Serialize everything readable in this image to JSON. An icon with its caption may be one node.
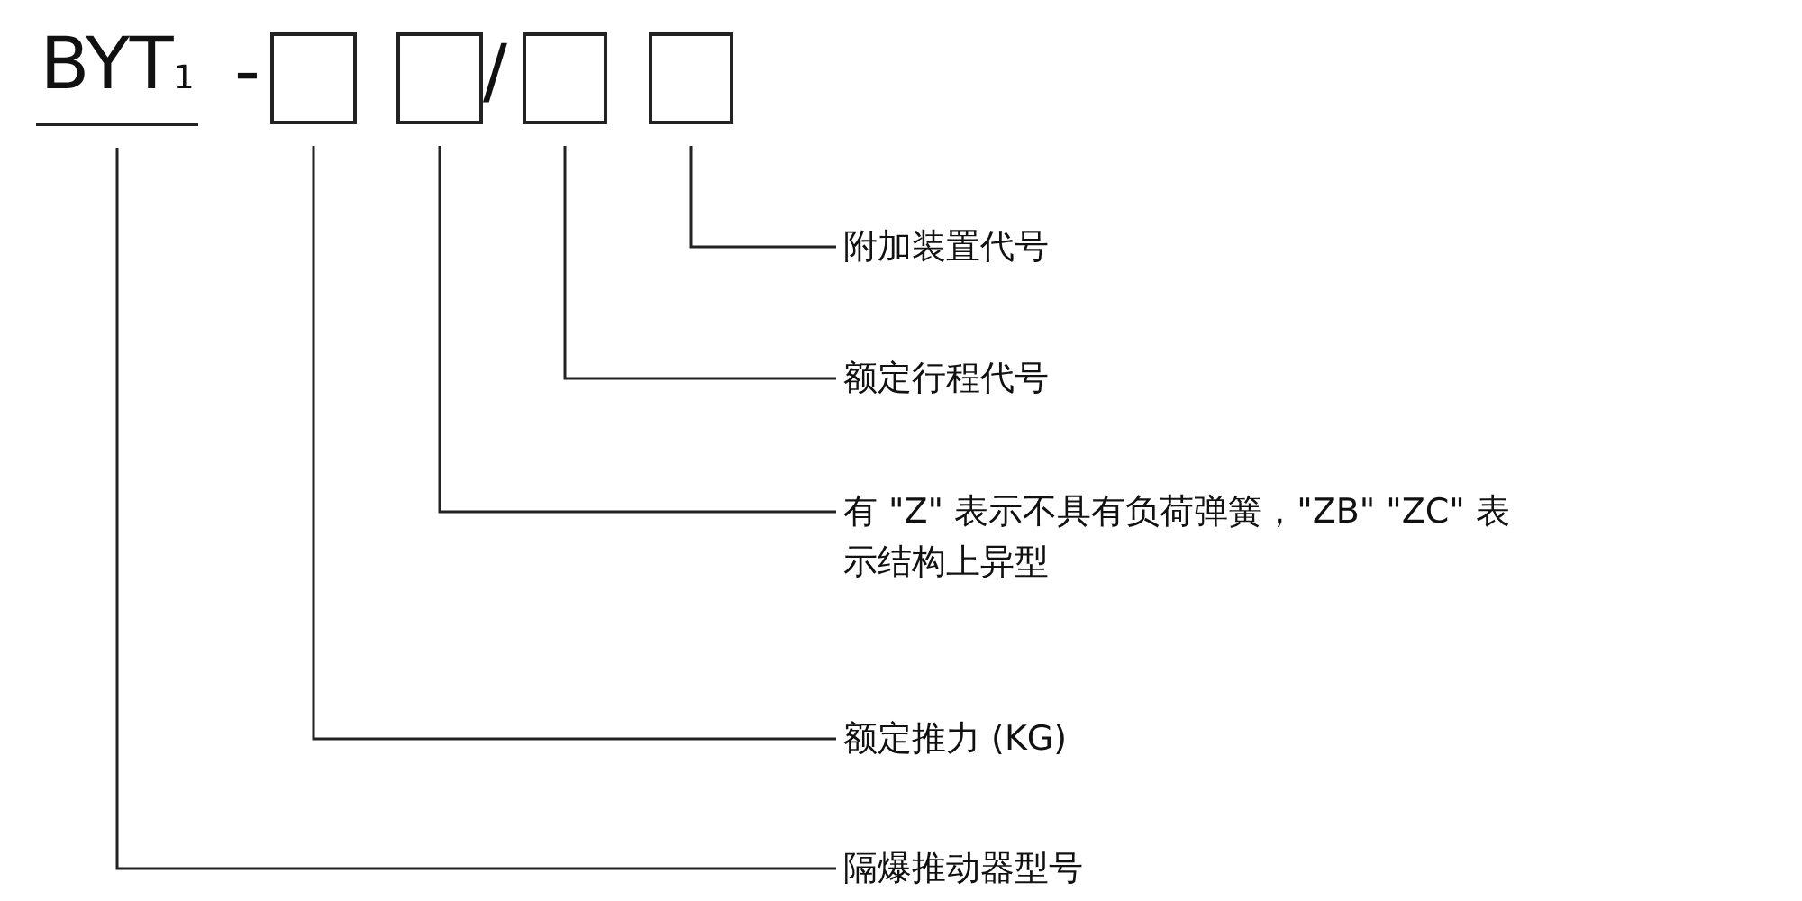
{
  "diagram": {
    "nodes": [
      {
        "text": [
          "BYT$_{1}$"
        ]
      },
      {
        "text": [],
        "shape": "box"
      },
      {
        "text": [],
        "shape": "box"
      },
      {
        "text": [],
        "shape": "box"
      },
      {
        "text": [],
        "shape": "box"
      },
      {
        "text": [
          "附加装置代号"
        ]
      },
      {
        "text": [
          "额定行程代号"
        ]
      },
      {
        "text": [
          "有 \"Z\" 表示不具有负荷弹簧，\"ZB\" \"ZC\" 表示结构上异型"
        ]
      },
      {
        "text": [
          "额定推力 (KG)"
        ]
      },
      {
        "text": [
          "隔爆推动器型号"
        ]
      }
    ],
    "edges": [
      {
        "from": 4,
        "to": 5,
        "arrow": "none"
      },
      {
        "from": 3,
        "to": 6,
        "arrow": "none"
      },
      {
        "from": 2,
        "to": 7,
        "arrow": "none"
      },
      {
        "from": 1,
        "to": 8,
        "arrow": "none"
      },
      {
        "from": 0,
        "to": 9,
        "arrow": "none"
      }
    ],
    "labels": [
      "-",
      "/"
    ]
  }
}
